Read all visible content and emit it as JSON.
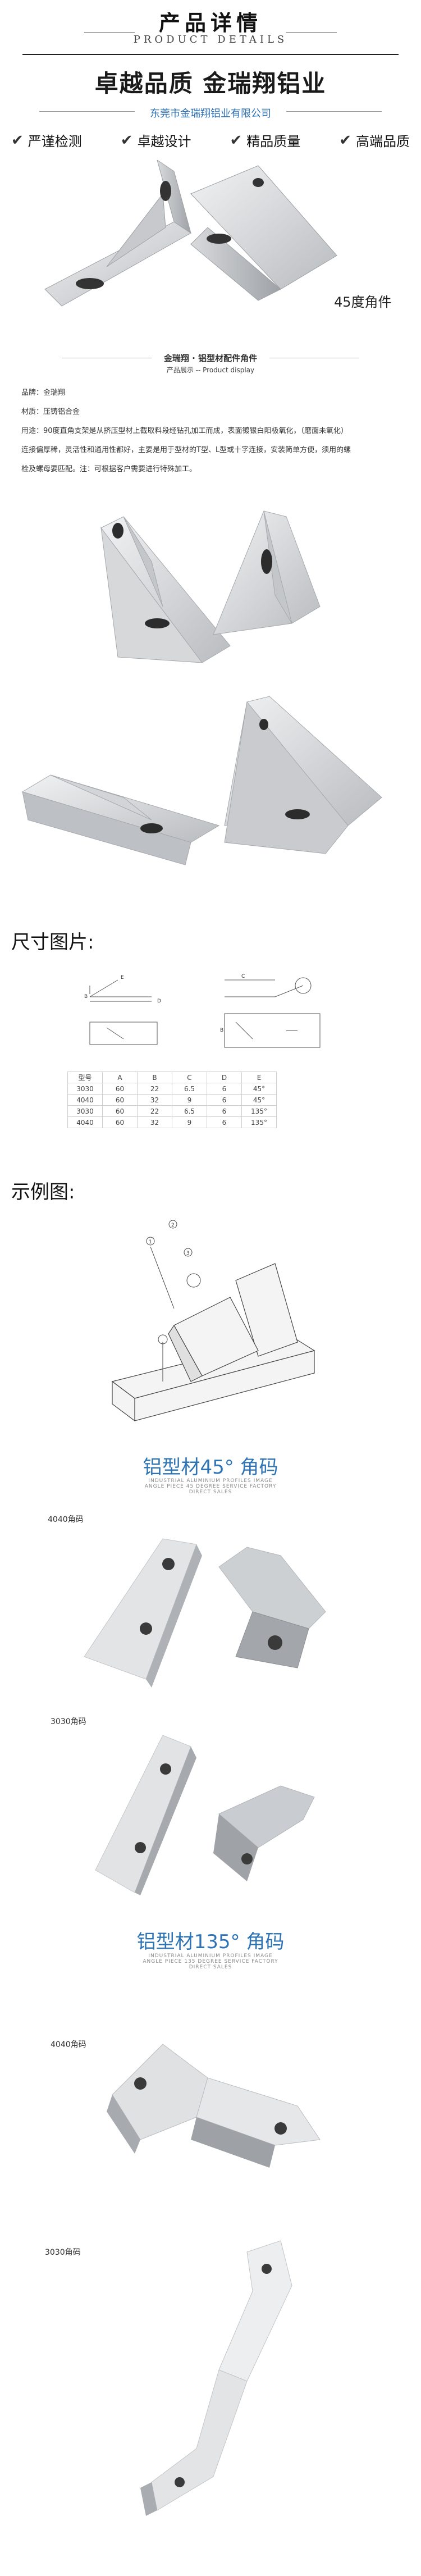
{
  "header": {
    "title": "产品详情",
    "subtitle": "PRODUCT DETAILS"
  },
  "slogan": {
    "main": "卓越品质 金瑞翔铝业",
    "company": "东莞市金瑞翔铝业有限公司"
  },
  "features": [
    {
      "label": "严谨检测",
      "icon": "check-icon"
    },
    {
      "label": "卓越设计",
      "icon": "check-icon"
    },
    {
      "label": "精品质量",
      "icon": "check-icon"
    },
    {
      "label": "高端品质",
      "icon": "check-icon"
    }
  ],
  "hero_caption": "45度角件",
  "display": {
    "title": "金瑞翔 · 铝型材配件角件",
    "subtitle": "产品展示 -- Product display",
    "brand": "品牌：金瑞翔",
    "material": "材质：压铸铝合金",
    "usage_1": "用途：90度直角支架是从挤压型材上截取料段经钻孔加工而成，表面镀银白阳极氧化，（磨面未氧化）",
    "usage_2": "连接偏厚稀，灵活性和通用性都好，主要是用于型材的T型、L型或十字连接，安装简单方便，须用的螺",
    "usage_3": "栓及螺母要匹配。注：可根据客户需要进行特殊加工。"
  },
  "dimensions": {
    "heading": "尺寸图片:",
    "columns": [
      "型号",
      "A",
      "B",
      "C",
      "D",
      "E"
    ],
    "rows": [
      [
        "3030",
        "60",
        "22",
        "6.5",
        "6",
        "45°"
      ],
      [
        "4040",
        "60",
        "32",
        "9",
        "6",
        "45°"
      ],
      [
        "3030",
        "60",
        "22",
        "6.5",
        "6",
        "135°"
      ],
      [
        "4040",
        "60",
        "32",
        "9",
        "6",
        "135°"
      ]
    ]
  },
  "example": {
    "heading": "示例图:",
    "labels": [
      "1",
      "2",
      "3"
    ]
  },
  "section45": {
    "heading": "铝型材45° 角码",
    "note": "INDUSTRIAL ALUMINIUM PROFILES IMAGE ANGLE PIECE 45 DEGREE SERVICE FACTORY DIRECT SALES",
    "label_4040": "4040角码",
    "label_3030": "3030角码"
  },
  "section135": {
    "heading": "铝型材135° 角码",
    "note": "INDUSTRIAL ALUMINIUM PROFILES IMAGE ANGLE PIECE 135 DEGREE SERVICE FACTORY DIRECT SALES",
    "label_4040": "4040角码",
    "label_3030": "3030角码"
  },
  "colors": {
    "accent_blue": "#2e74b5",
    "metal_light": "#e3e4e6",
    "metal_dark": "#a8acb1"
  }
}
